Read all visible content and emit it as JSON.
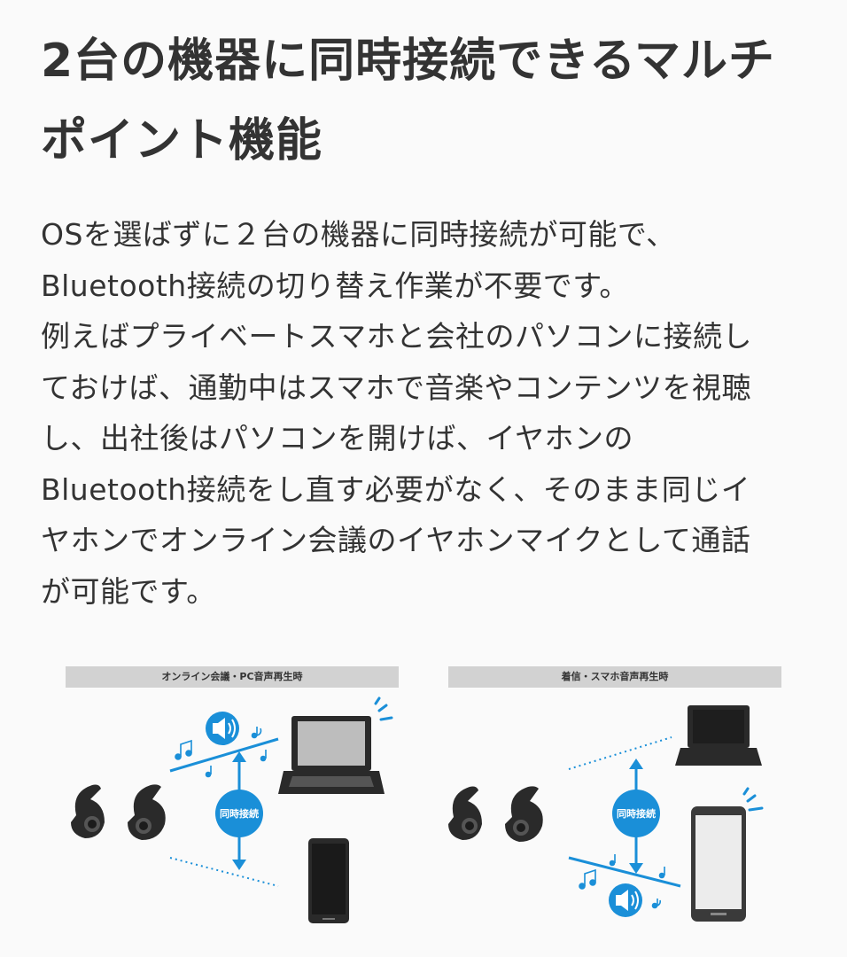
{
  "heading": {
    "line1": "2台の機器に同時接続できるマルチ",
    "line2": "ポイント機能"
  },
  "description": {
    "lines": [
      "OSを選ばずに２台の機器に同時接続が可能で、",
      "Bluetooth接続の切り替え作業が不要です。",
      "例えばプライベートスマホと会社のパソコンに接続し",
      "ておけば、通勤中はスマホで音楽やコンテンツを視聴",
      "し、出社後はパソコンを開けば、イヤホンの",
      "Bluetooth接続をし直す必要がなく、そのまま同じイ",
      "ヤホンでオンライン会議のイヤホンマイクとして通話",
      "が可能です。"
    ]
  },
  "diagrams": {
    "left": {
      "header": "オンライン会議・PC音声再生時",
      "badge": "同時接続"
    },
    "right": {
      "header": "着信・スマホ音声再生時",
      "badge": "同時接続"
    }
  },
  "colors": {
    "accent": "#1a8fd8",
    "device": "#2a2a2a",
    "text": "#333333"
  }
}
